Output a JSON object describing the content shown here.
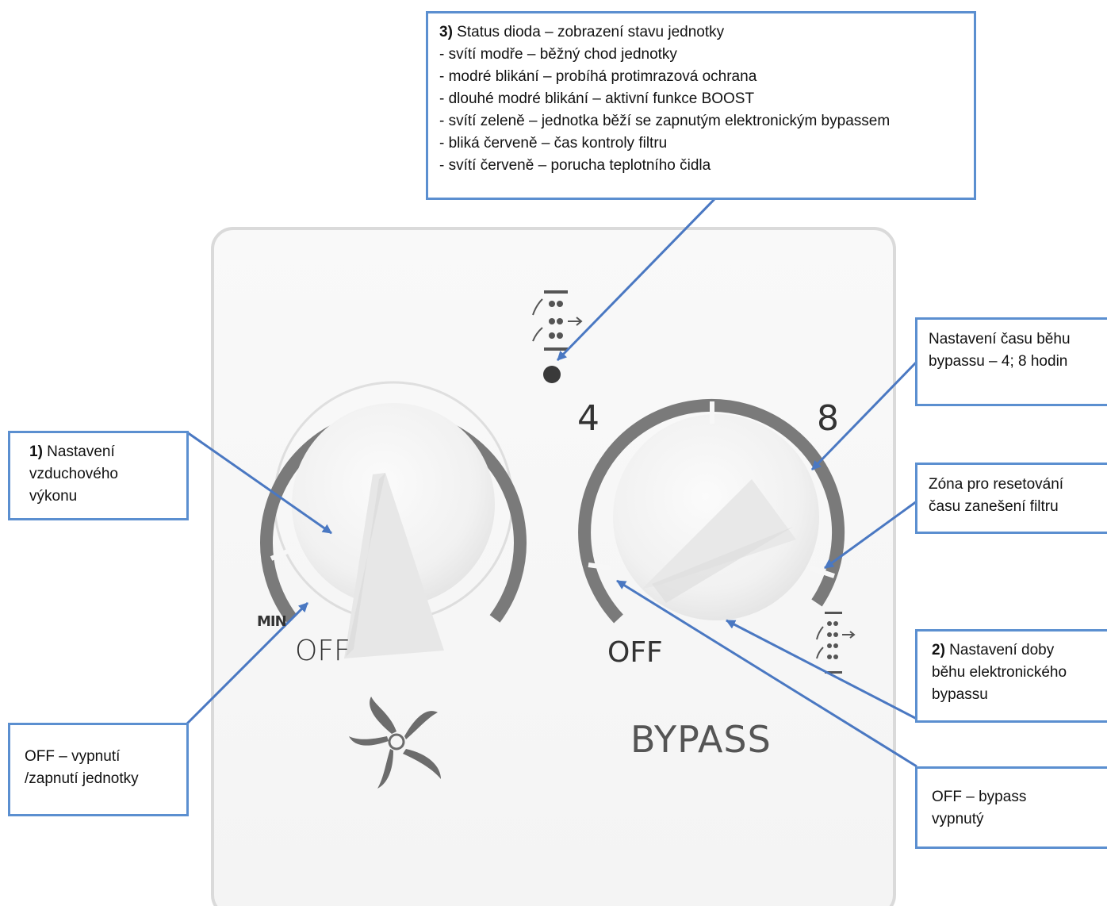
{
  "panel": {
    "label_min": "MIN",
    "label_off_left": "OFF",
    "label_off_right": "OFF",
    "label_4": "4",
    "label_8": "8",
    "label_bypass": "BYPASS"
  },
  "callouts": {
    "status": {
      "num": "3)",
      "title": " Status dioda – zobrazení stavu jednotky",
      "lines": [
        "- svítí modře – běžný chod jednotky",
        "- modré blikání – probíhá protimrazová ochrana",
        "- dlouhé modré blikání – aktivní funkce BOOST",
        "- svítí zeleně – jednotka běží se zapnutým elektronickým bypassem",
        "- bliká červeně – čas kontroly filtru",
        "- svítí červeně – porucha teplotního čidla"
      ]
    },
    "air": {
      "num": "1)",
      "line1": " Nastavení",
      "line2": "vzduchového",
      "line3": "výkonu"
    },
    "offunit": {
      "line1": "OFF – vypnutí",
      "line2": "/zapnutí jednotky"
    },
    "bypasstime": {
      "line1": "Nastavení času běhu",
      "line2": "bypassu – 4; 8 hodin"
    },
    "filterreset": {
      "line1": "Zóna pro resetování",
      "line2": "času zanešení filtru"
    },
    "bypassdur": {
      "num": "2)",
      "line1": " Nastavení doby",
      "line2": "běhu elektronického",
      "line3": "bypassu"
    },
    "offbypass": {
      "line1": "OFF – bypass",
      "line2": "vypnutý"
    }
  },
  "colors": {
    "arrow": "#4a78c2",
    "box_border": "#5b8fd0",
    "arc": "#7a7a7a",
    "led": "#3a3a3a"
  }
}
